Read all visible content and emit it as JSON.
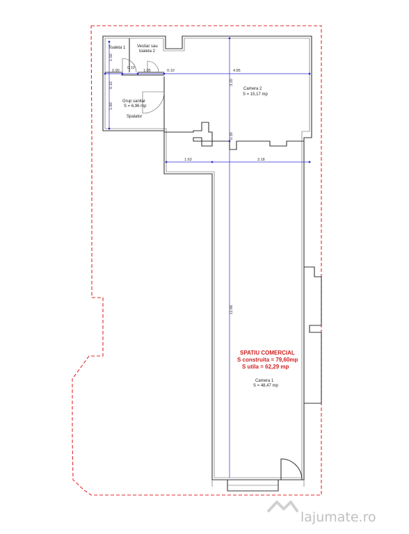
{
  "rooms": {
    "toaleta1": "Toaleta 1",
    "vestiar_l1": "Vestiar sau",
    "vestiar_l2": "toaleta 2",
    "grup_l1": "Grup sanitar",
    "grup_l2": "S = 6,96 mp",
    "spalator": "Spalator",
    "camera2_l1": "Camera 2",
    "camera2_l2": "S = 15,17 mp",
    "camera1_l1": "Camera 1",
    "camera1_l2": "S = 48,47 mp"
  },
  "highlight": {
    "title": "SPATIU COMERCIAL",
    "line1": "S construita = 79,60mp",
    "line2": "S utila = 62,29 mp"
  },
  "dimensions": {
    "d_090": "0.90",
    "d_010a": "0.10",
    "d_105": "1.05",
    "d_010b": "0.10",
    "d_485": "4.85",
    "d_150": "1.50",
    "d_010c": "0.10",
    "d_160": "1.60",
    "d_320": "3.20",
    "d_030": "0.30",
    "d_163": "1.63",
    "d_318": "3.18",
    "d_1166": "11.66"
  },
  "watermark": "lajumate.ro",
  "colors": {
    "boundary": "#e02828",
    "dimension": "#2a2ad0",
    "wall": "#333333",
    "highlight": "#d02020"
  }
}
